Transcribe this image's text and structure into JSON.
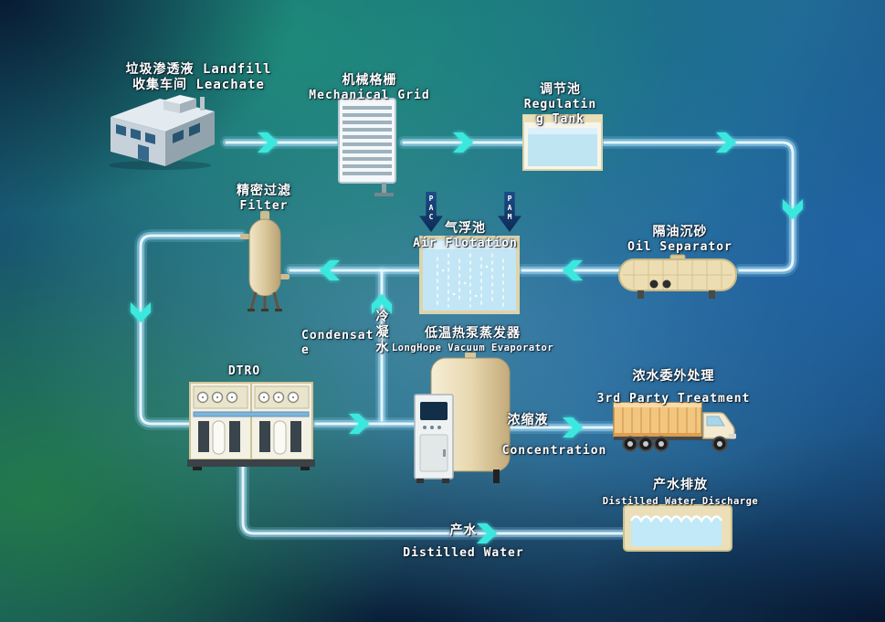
{
  "labels": {
    "factory": {
      "lines": [
        "垃圾渗透液 Landfill",
        "收集车间 Leachate"
      ]
    },
    "mechanical_grid": {
      "lines": [
        "机械格栅",
        "Mechanical Grid"
      ]
    },
    "regulating_tank": {
      "lines": [
        "调节池",
        "Regulatin",
        "g Tank"
      ]
    },
    "oil_separator": {
      "lines": [
        "隔油沉砂",
        "Oil Separator"
      ]
    },
    "air_flotation": {
      "lines": [
        "气浮池",
        "Air Flotation"
      ]
    },
    "filter": {
      "lines": [
        "精密过滤",
        "Filter"
      ]
    },
    "condensate_en": {
      "lines": [
        "Condensat",
        "e"
      ]
    },
    "condensate_cn": {
      "text": "冷\n凝\n水"
    },
    "evaporator": {
      "lines": [
        "低温热泵蒸发器",
        "LongHope Vacuum Evaporator"
      ]
    },
    "dtro": {
      "lines": [
        "DTRO"
      ]
    },
    "concentration": {
      "cn": "浓缩液",
      "en": "Concentration"
    },
    "third_party": {
      "lines": [
        "浓水委外处理",
        "3rd Party Treatment"
      ]
    },
    "discharge": {
      "lines": [
        "产水排放",
        "Distilled Water Discharge"
      ]
    },
    "distilled_water": {
      "lines": [
        "产水",
        "Distilled Water"
      ]
    },
    "dosing": {
      "left": "PAC",
      "right": "PAM"
    }
  },
  "colors": {
    "flow_arrow": "#3be8de",
    "pipe": "#a5dcf5",
    "dosing_arrow": "#123c6e",
    "equipment_tan": "#e8d9ae",
    "water": "#bfe6f5"
  }
}
